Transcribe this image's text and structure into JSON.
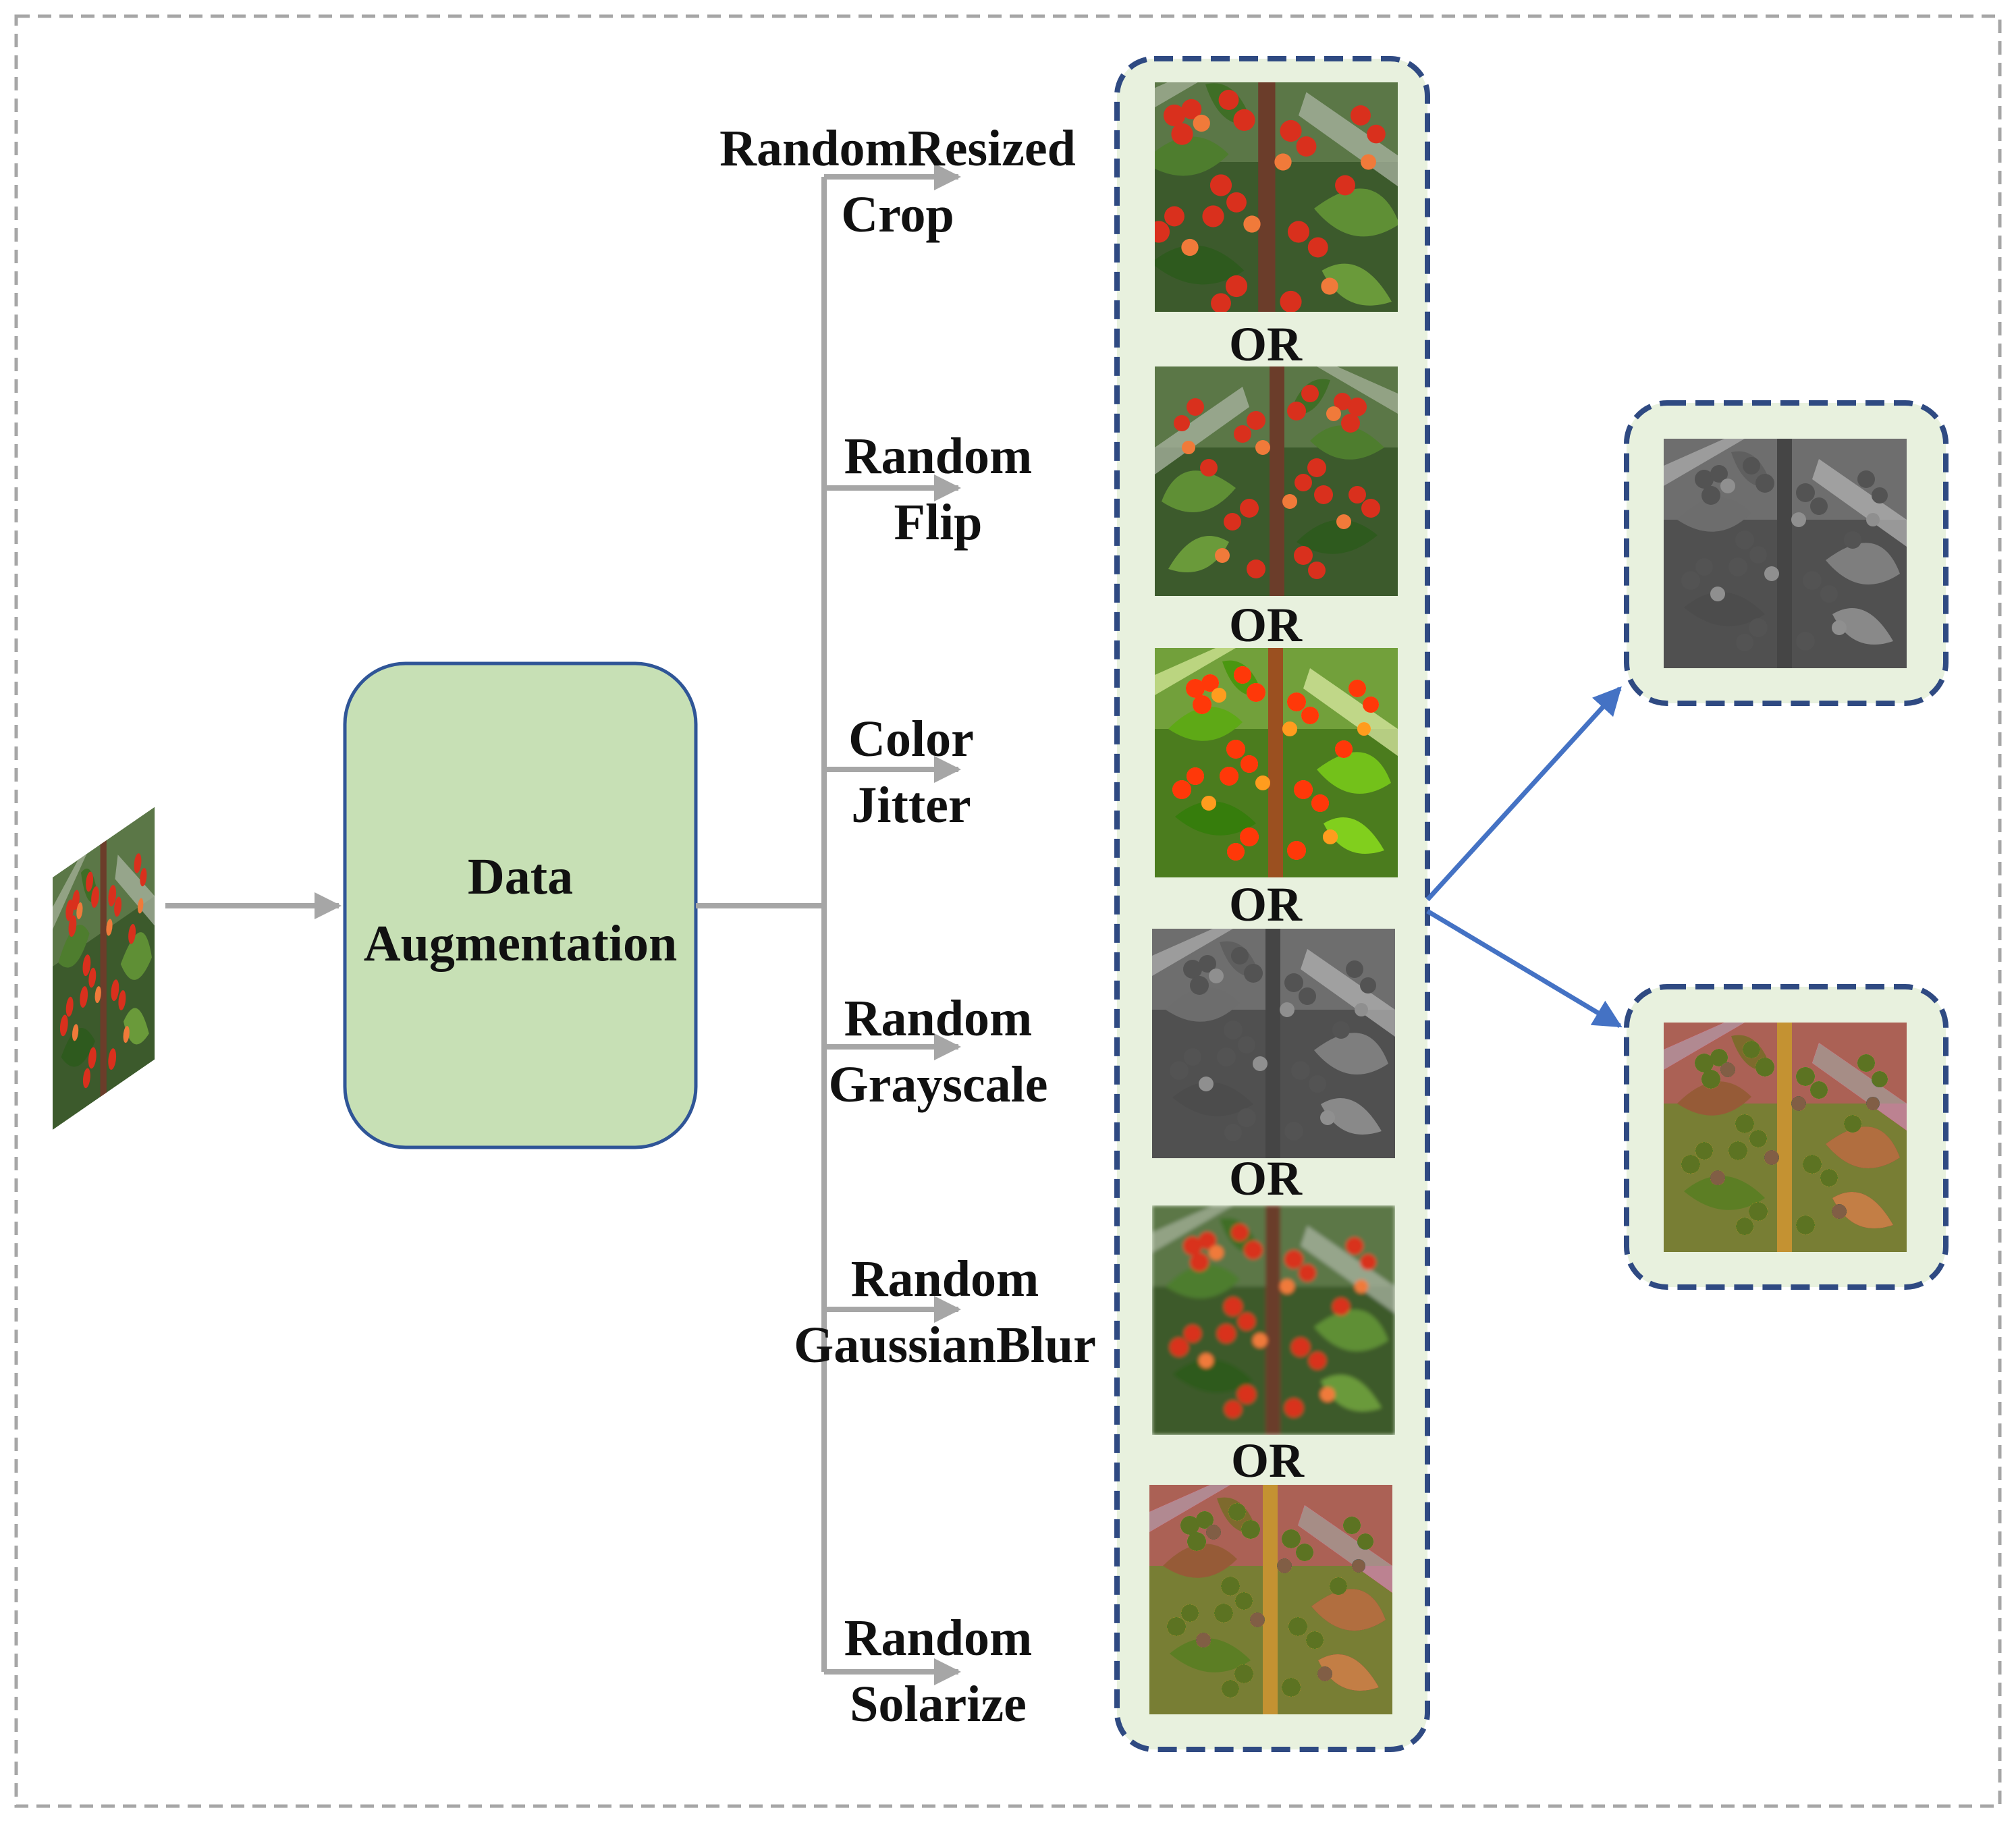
{
  "diagram": {
    "box": {
      "line1": "Data",
      "line2": "Augmentation"
    },
    "operations": [
      {
        "line1": "RandomResized",
        "line2": "Crop"
      },
      {
        "line1": "Random",
        "line2": "Flip"
      },
      {
        "line1": "Color",
        "line2": "Jitter"
      },
      {
        "line1": "Random",
        "line2": "Grayscale"
      },
      {
        "line1": "Random",
        "line2": "GaussianBlur"
      },
      {
        "line1": "Random",
        "line2": "Solarize"
      }
    ],
    "or_labels": [
      "OR",
      "OR",
      "OR",
      "OR",
      "OR"
    ],
    "images": [
      {
        "kind": "input",
        "icon": "berry-branch-photo-skewed"
      },
      {
        "kind": "crop",
        "icon": "berry-branch-photo"
      },
      {
        "kind": "flip",
        "icon": "berry-branch-photo-flipped"
      },
      {
        "kind": "color-jitter",
        "icon": "berry-branch-photo-bright"
      },
      {
        "kind": "grayscale",
        "icon": "berry-branch-photo-gray"
      },
      {
        "kind": "gaussian-blur",
        "icon": "berry-branch-photo-blurred"
      },
      {
        "kind": "solarize",
        "icon": "berry-branch-photo-solarized"
      },
      {
        "kind": "output-1",
        "icon": "berry-branch-photo-gray"
      },
      {
        "kind": "output-2",
        "icon": "berry-branch-photo-solarized"
      }
    ],
    "colors": {
      "box_fill": "#c7e0b5",
      "box_stroke": "#2f5597",
      "panel_fill": "#e8f1de",
      "panel_stroke": "#2f4a82",
      "connector": "#a6a6a6",
      "output_arrow": "#4472c4",
      "outer_border": "#a6a6a6"
    }
  }
}
